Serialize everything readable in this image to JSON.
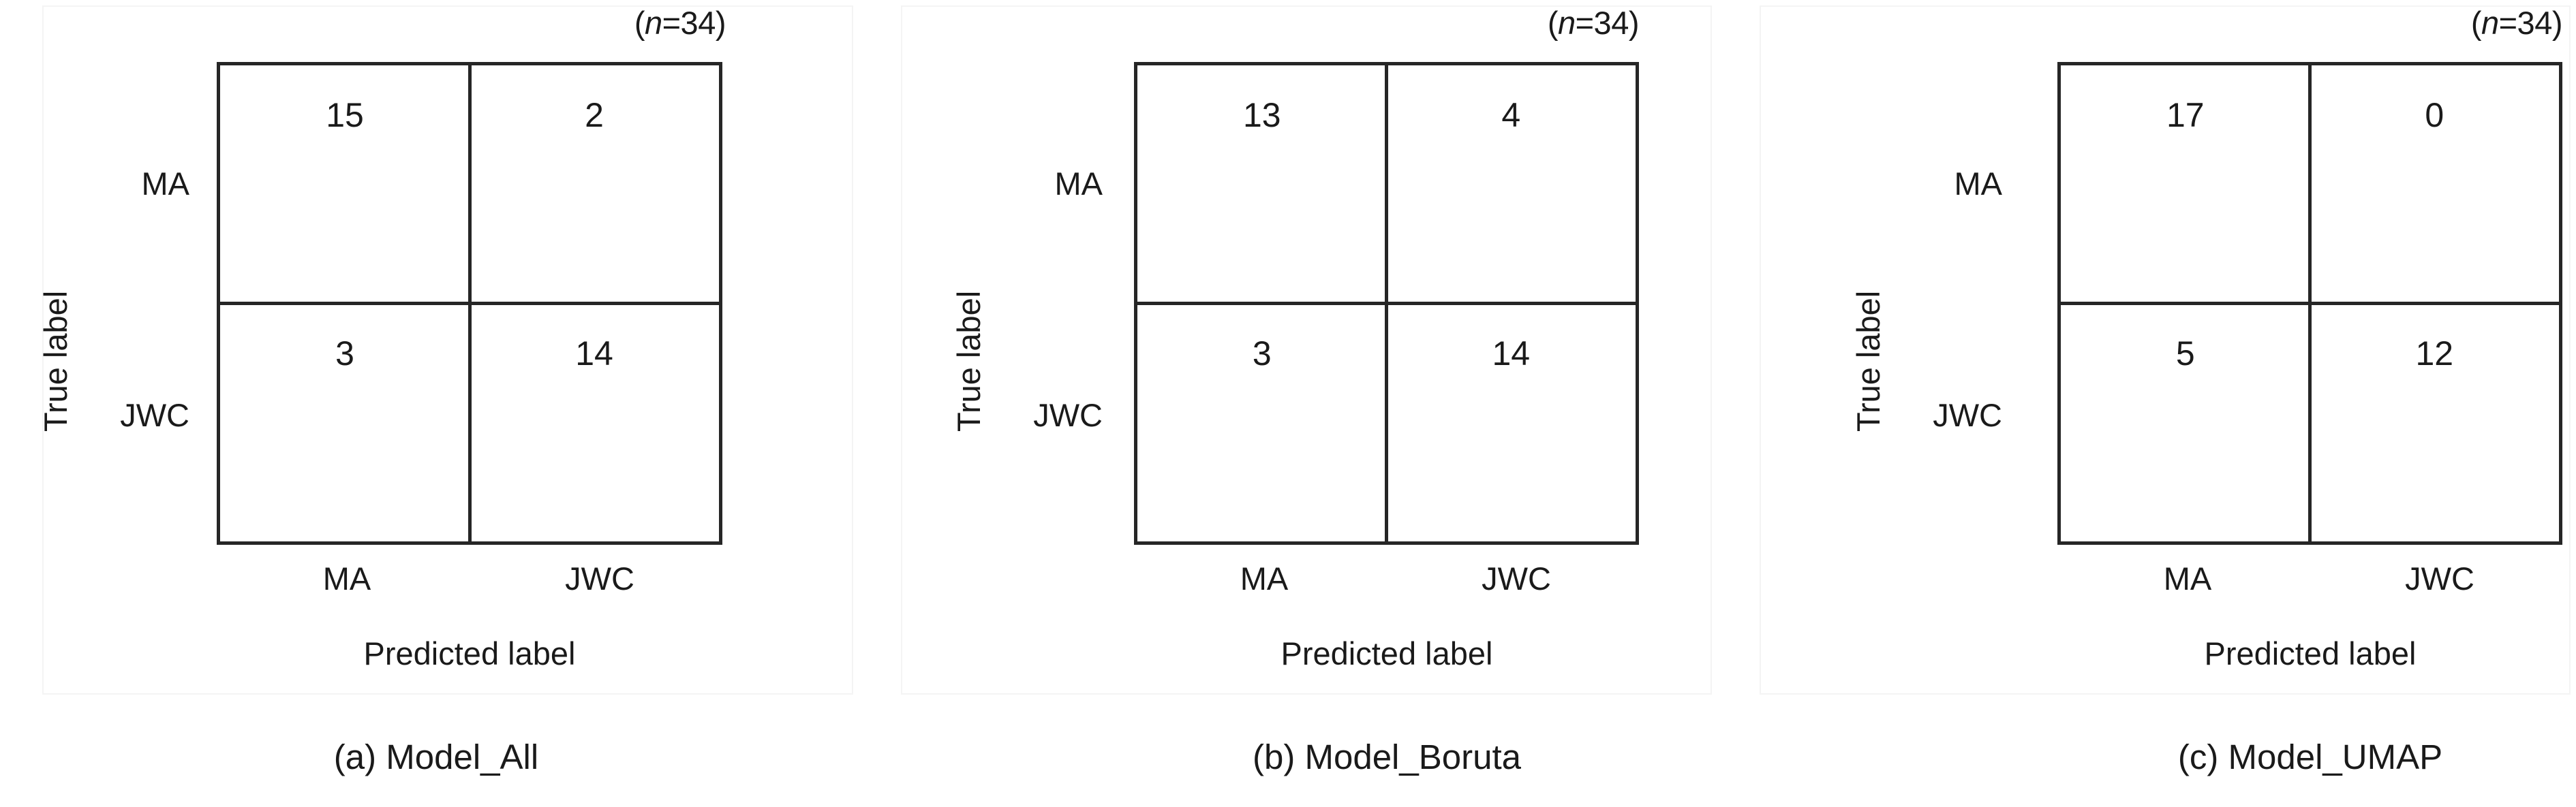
{
  "figure": {
    "background": "#ffffff",
    "line_color": "#262626",
    "text_color": "#1a1a1a",
    "frame_color": "#f4f4f4"
  },
  "chart_data": [
    {
      "type": "heatmap",
      "subtype": "confusion-matrix",
      "panel_id": "a",
      "caption": "(a) Model_All",
      "sample_size_label": "(n=34)",
      "sample_size_prefix": "(",
      "sample_size_italic": "n",
      "sample_size_suffix": "=34)",
      "xlabel": "Predicted label",
      "ylabel": "True label",
      "categories": [
        "MA",
        "JWC"
      ],
      "row_labels": [
        "MA",
        "JWC"
      ],
      "col_labels": [
        "MA",
        "JWC"
      ],
      "values": [
        [
          15,
          2
        ],
        [
          3,
          14
        ]
      ],
      "cells": [
        {
          "row": "MA",
          "col": "MA",
          "value": "15"
        },
        {
          "row": "MA",
          "col": "JWC",
          "value": "2"
        },
        {
          "row": "JWC",
          "col": "MA",
          "value": "3"
        },
        {
          "row": "JWC",
          "col": "JWC",
          "value": "14"
        }
      ],
      "grid": true,
      "legend": "none",
      "n": 34
    },
    {
      "type": "heatmap",
      "subtype": "confusion-matrix",
      "panel_id": "b",
      "caption": "(b) Model_Boruta",
      "sample_size_label": "(n=34)",
      "sample_size_prefix": "(",
      "sample_size_italic": "n",
      "sample_size_suffix": "=34)",
      "xlabel": "Predicted label",
      "ylabel": "True label",
      "categories": [
        "MA",
        "JWC"
      ],
      "row_labels": [
        "MA",
        "JWC"
      ],
      "col_labels": [
        "MA",
        "JWC"
      ],
      "values": [
        [
          13,
          4
        ],
        [
          3,
          14
        ]
      ],
      "cells": [
        {
          "row": "MA",
          "col": "MA",
          "value": "13"
        },
        {
          "row": "MA",
          "col": "JWC",
          "value": "4"
        },
        {
          "row": "JWC",
          "col": "MA",
          "value": "3"
        },
        {
          "row": "JWC",
          "col": "JWC",
          "value": "14"
        }
      ],
      "grid": true,
      "legend": "none",
      "n": 34
    },
    {
      "type": "heatmap",
      "subtype": "confusion-matrix",
      "panel_id": "c",
      "caption": "(c) Model_UMAP",
      "sample_size_label": "(n=34)",
      "sample_size_prefix": "(",
      "sample_size_italic": "n",
      "sample_size_suffix": "=34)",
      "xlabel": "Predicted label",
      "ylabel": "True label",
      "categories": [
        "MA",
        "JWC"
      ],
      "row_labels": [
        "MA",
        "JWC"
      ],
      "col_labels": [
        "MA",
        "JWC"
      ],
      "values": [
        [
          17,
          0
        ],
        [
          5,
          12
        ]
      ],
      "cells": [
        {
          "row": "MA",
          "col": "MA",
          "value": "17"
        },
        {
          "row": "MA",
          "col": "JWC",
          "value": "0"
        },
        {
          "row": "JWC",
          "col": "MA",
          "value": "5"
        },
        {
          "row": "JWC",
          "col": "JWC",
          "value": "12"
        }
      ],
      "grid": true,
      "legend": "none",
      "n": 34
    }
  ]
}
